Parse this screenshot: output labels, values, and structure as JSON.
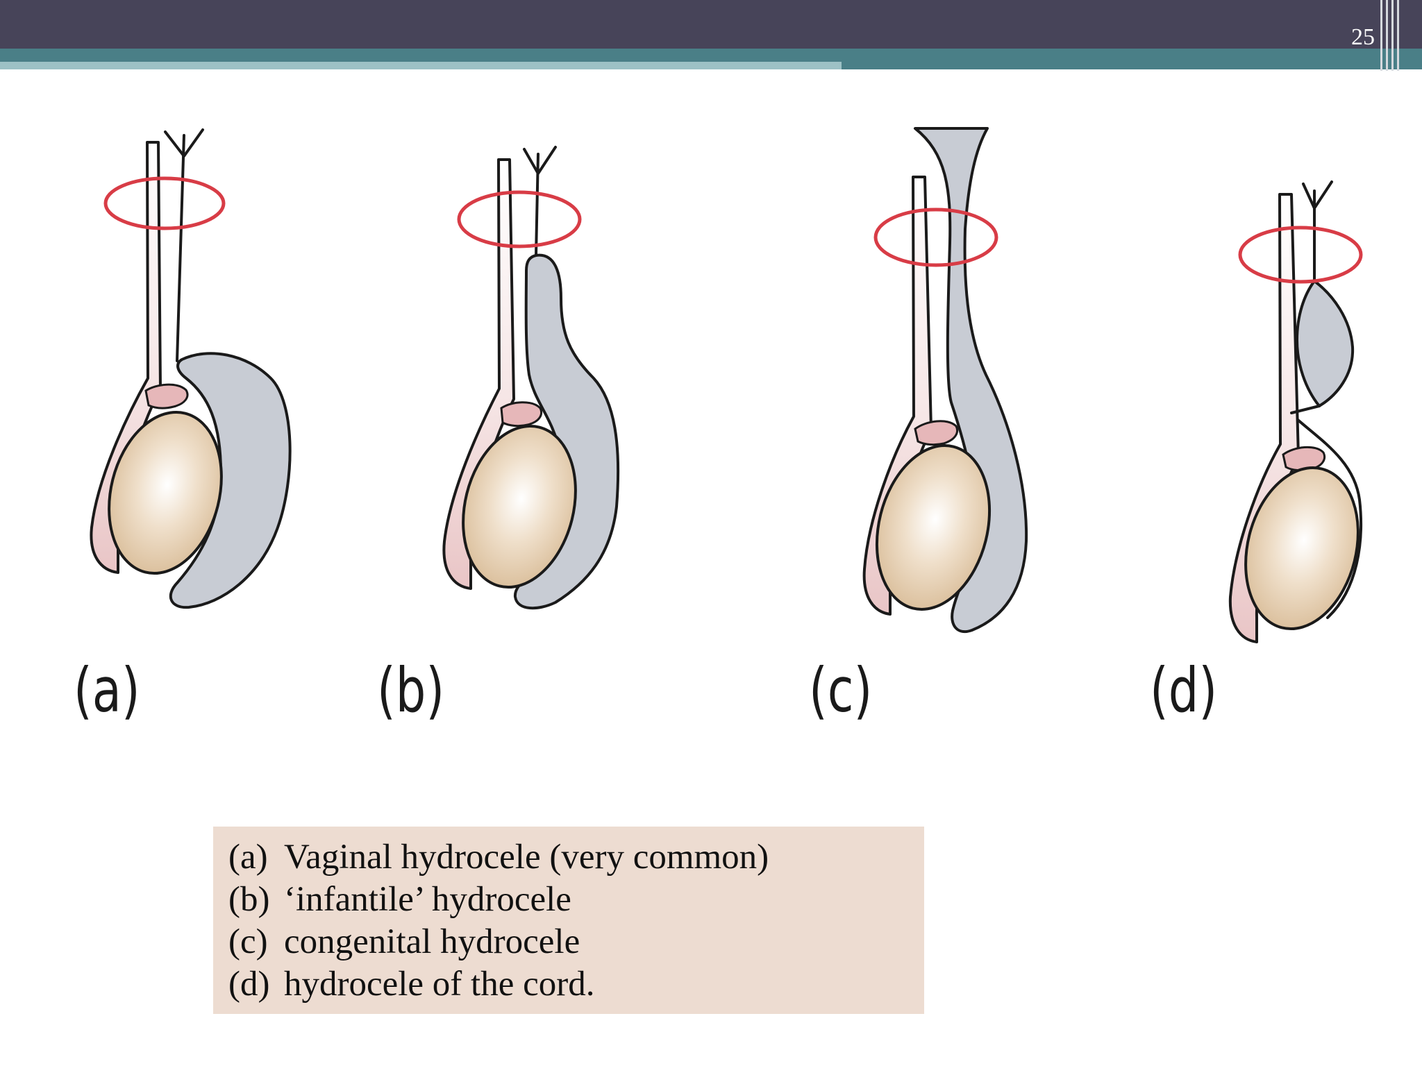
{
  "header": {
    "slide_number": "25"
  },
  "figure": {
    "panels": [
      {
        "id": "a",
        "label": "(a)"
      },
      {
        "id": "b",
        "label": "(b)"
      },
      {
        "id": "c",
        "label": "(c)"
      },
      {
        "id": "d",
        "label": "(d)"
      }
    ],
    "colors": {
      "fluid": "#c8ccd4",
      "testis": "#e7d2b6",
      "cord": "#f3dede",
      "epididymis": "#e6b7b9",
      "inguinal_ring": "#d83c46",
      "outline": "#1a1a1a",
      "legend_background": "#eddcd1",
      "header_bar": "#474459",
      "header_band": "#4a7f87"
    }
  },
  "legend": {
    "items": [
      {
        "letter": "(a)",
        "text": "Vaginal hydrocele (very common)"
      },
      {
        "letter": "(b)",
        "text": "‘infantile’ hydrocele"
      },
      {
        "letter": "(c)",
        "text": "congenital hydrocele"
      },
      {
        "letter": "(d)",
        "text": "hydrocele of the cord."
      }
    ]
  }
}
